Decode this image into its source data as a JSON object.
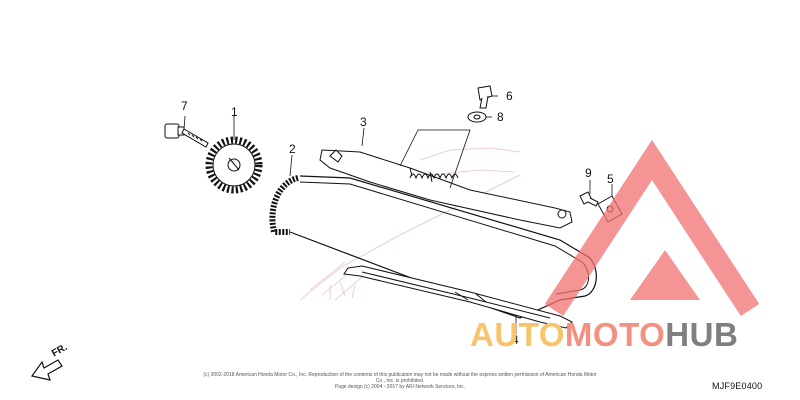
{
  "callouts": {
    "c1": "1",
    "c2": "2",
    "c3": "3",
    "c4": "4",
    "c5": "5",
    "c6": "6",
    "c7": "7",
    "c8": "8",
    "c9": "9"
  },
  "copyright": {
    "line1": "(c) 2002-2018 American Honda Motor Co., Inc. Reproduction of the contents of this publication may not be made without the express written permission of American Honda Motor Co., Inc. is prohibited.",
    "line2": "Page design (c) 2004 - 2017 by ARI Network Services, Inc."
  },
  "diagram_code": "MJF9E0400",
  "front_label": "FR.",
  "watermark": {
    "part1": "AUTO",
    "part2": "MOTO",
    "part3": "HUB",
    "colors": {
      "part1": "#f7c36b",
      "part2": "#f39080",
      "part3": "#7f7f7f",
      "logo": "#f07070"
    }
  }
}
